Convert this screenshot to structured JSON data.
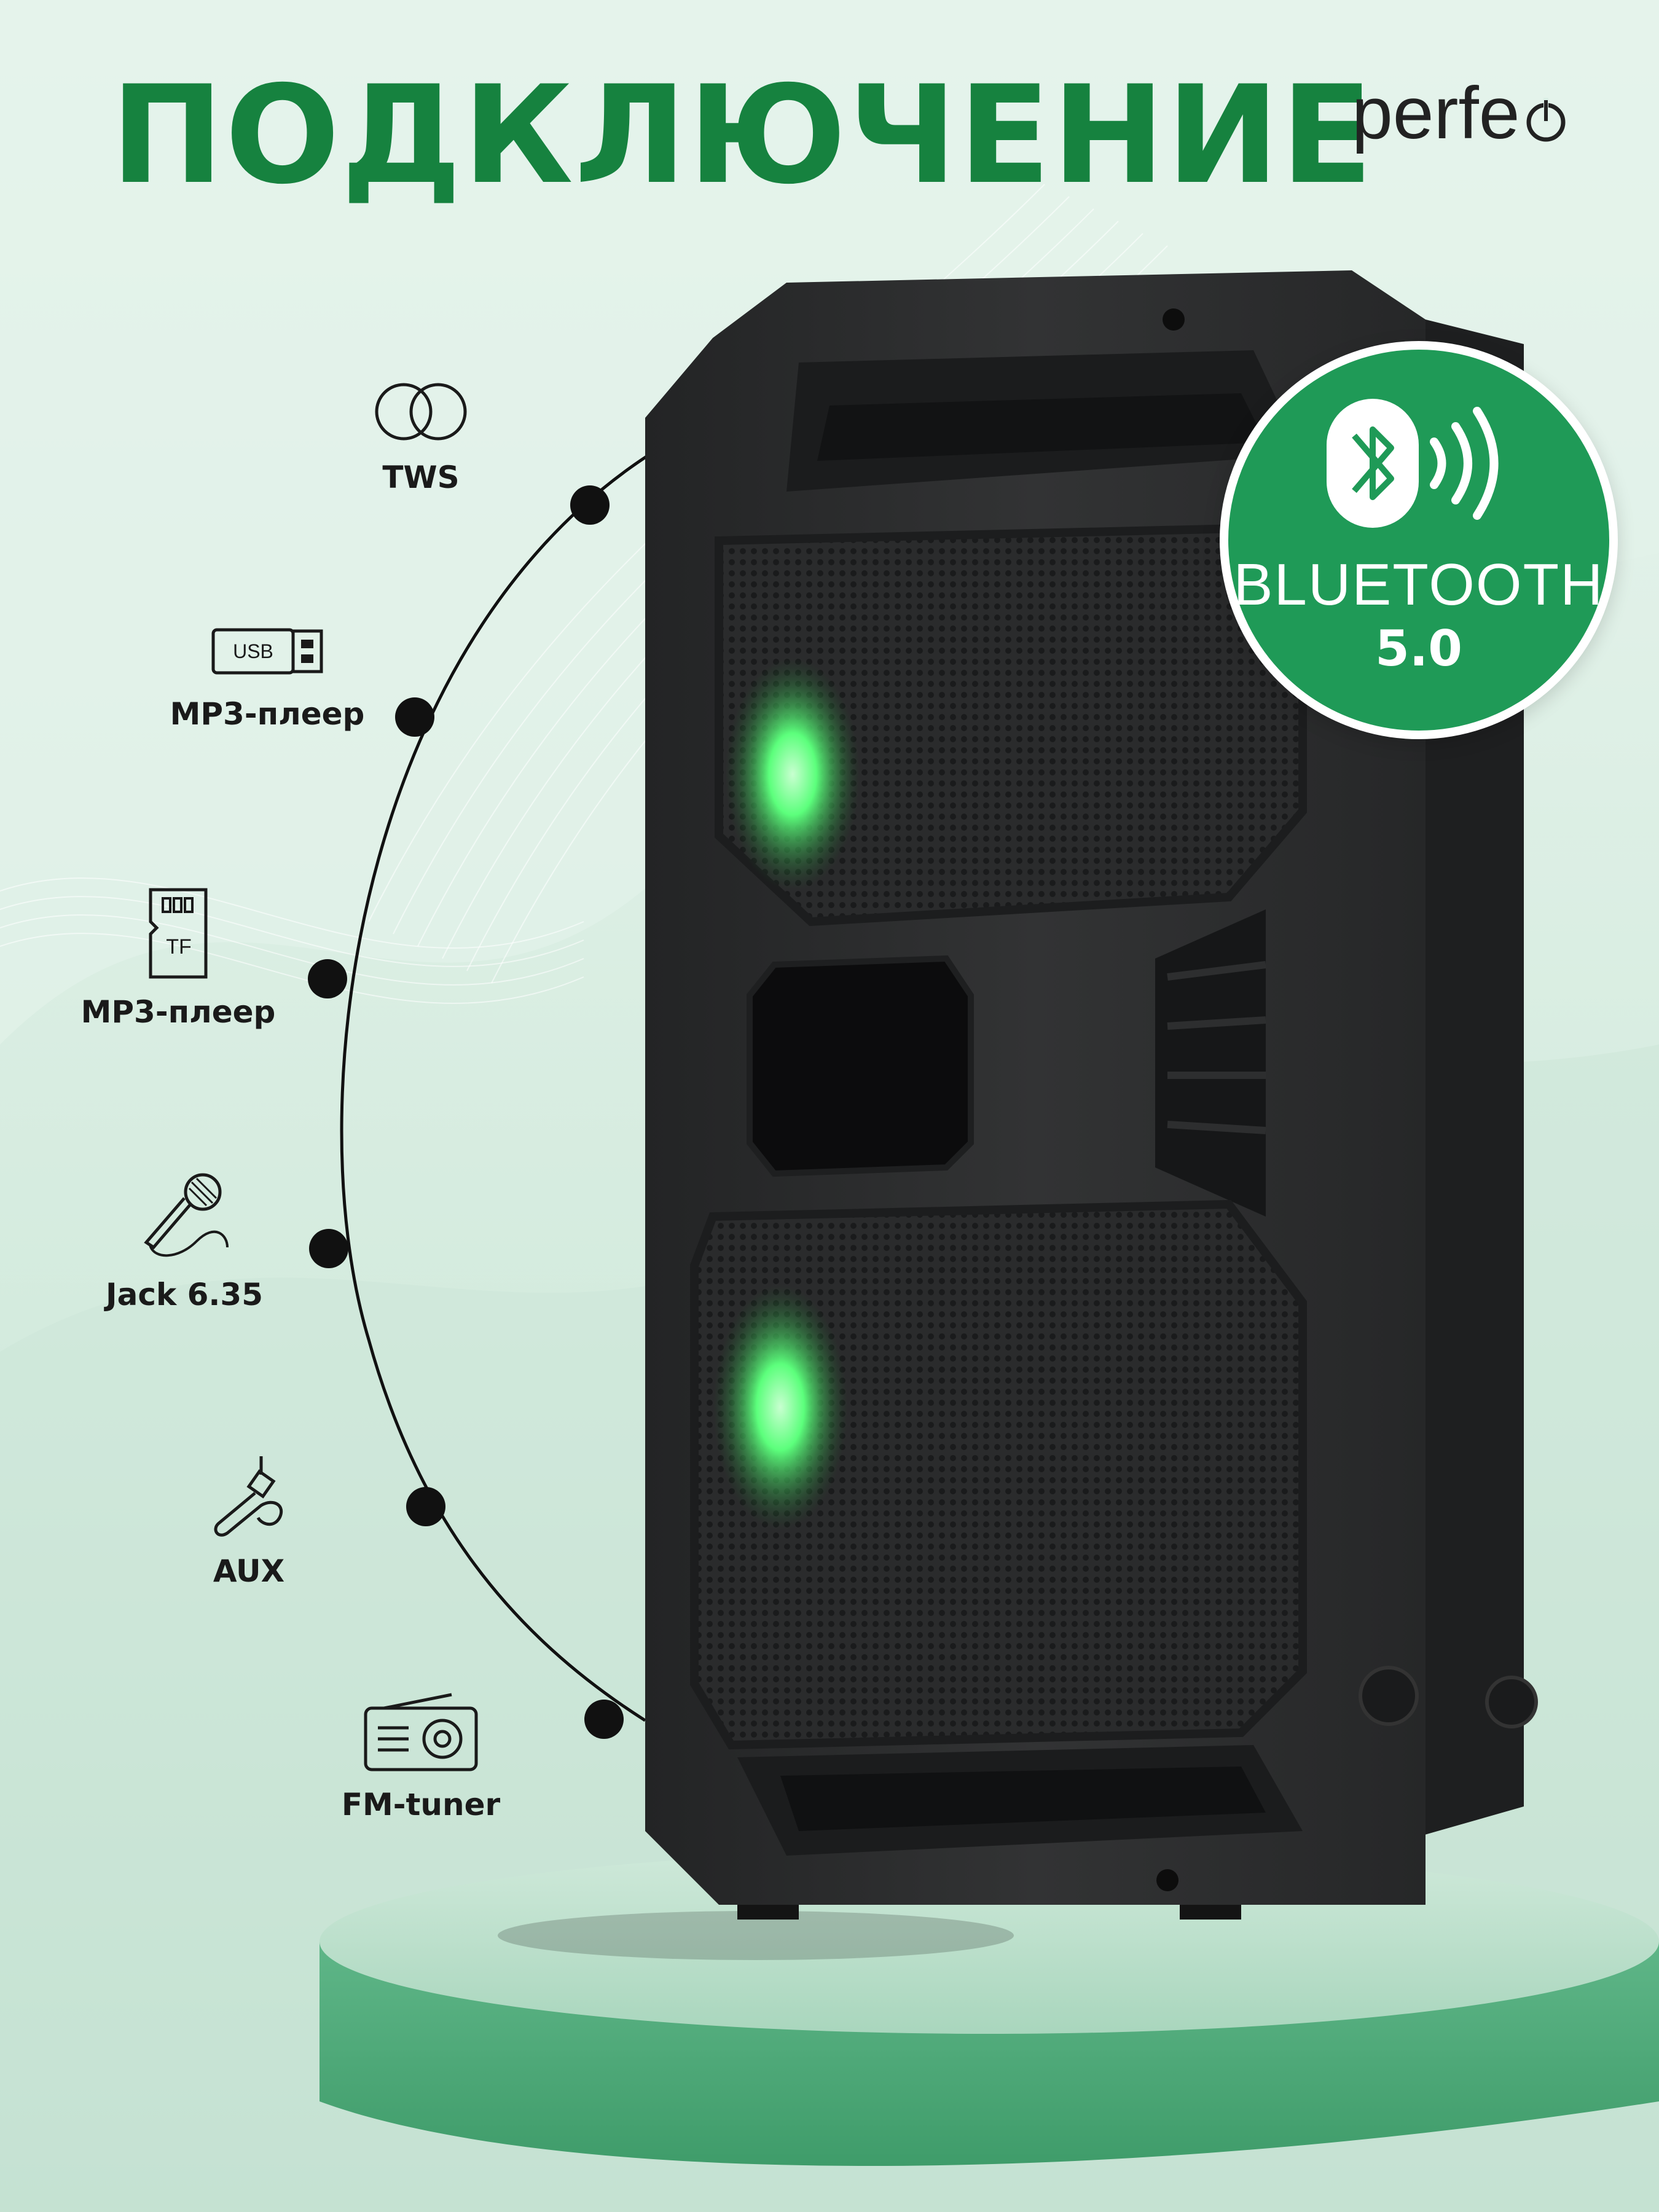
{
  "header": {
    "title": "ПОДКЛЮЧЕНИЕ",
    "brand_text": "perfe",
    "brand_power_icon": "power-icon"
  },
  "badge": {
    "name": "BLUETOOTH",
    "version": "5.0",
    "icon": "bluetooth-wave-icon"
  },
  "features": [
    {
      "label": "TWS",
      "icon": "tws-rings-icon"
    },
    {
      "label": "MP3-плеер",
      "icon": "usb-icon",
      "icon_text": "USB"
    },
    {
      "label": "MP3-плеер",
      "icon": "tf-card-icon",
      "icon_text": "TF"
    },
    {
      "label": "Jack 6.35",
      "icon": "microphone-icon"
    },
    {
      "label": "AUX",
      "icon": "aux-cable-icon"
    },
    {
      "label": "FM-tuner",
      "icon": "radio-icon"
    }
  ],
  "colors": {
    "accent_green": "#16823f",
    "badge_green": "#1f9a57",
    "speaker_body": "#2b2c2d",
    "led_green": "#5cff7c",
    "background": "#dcefe6"
  }
}
